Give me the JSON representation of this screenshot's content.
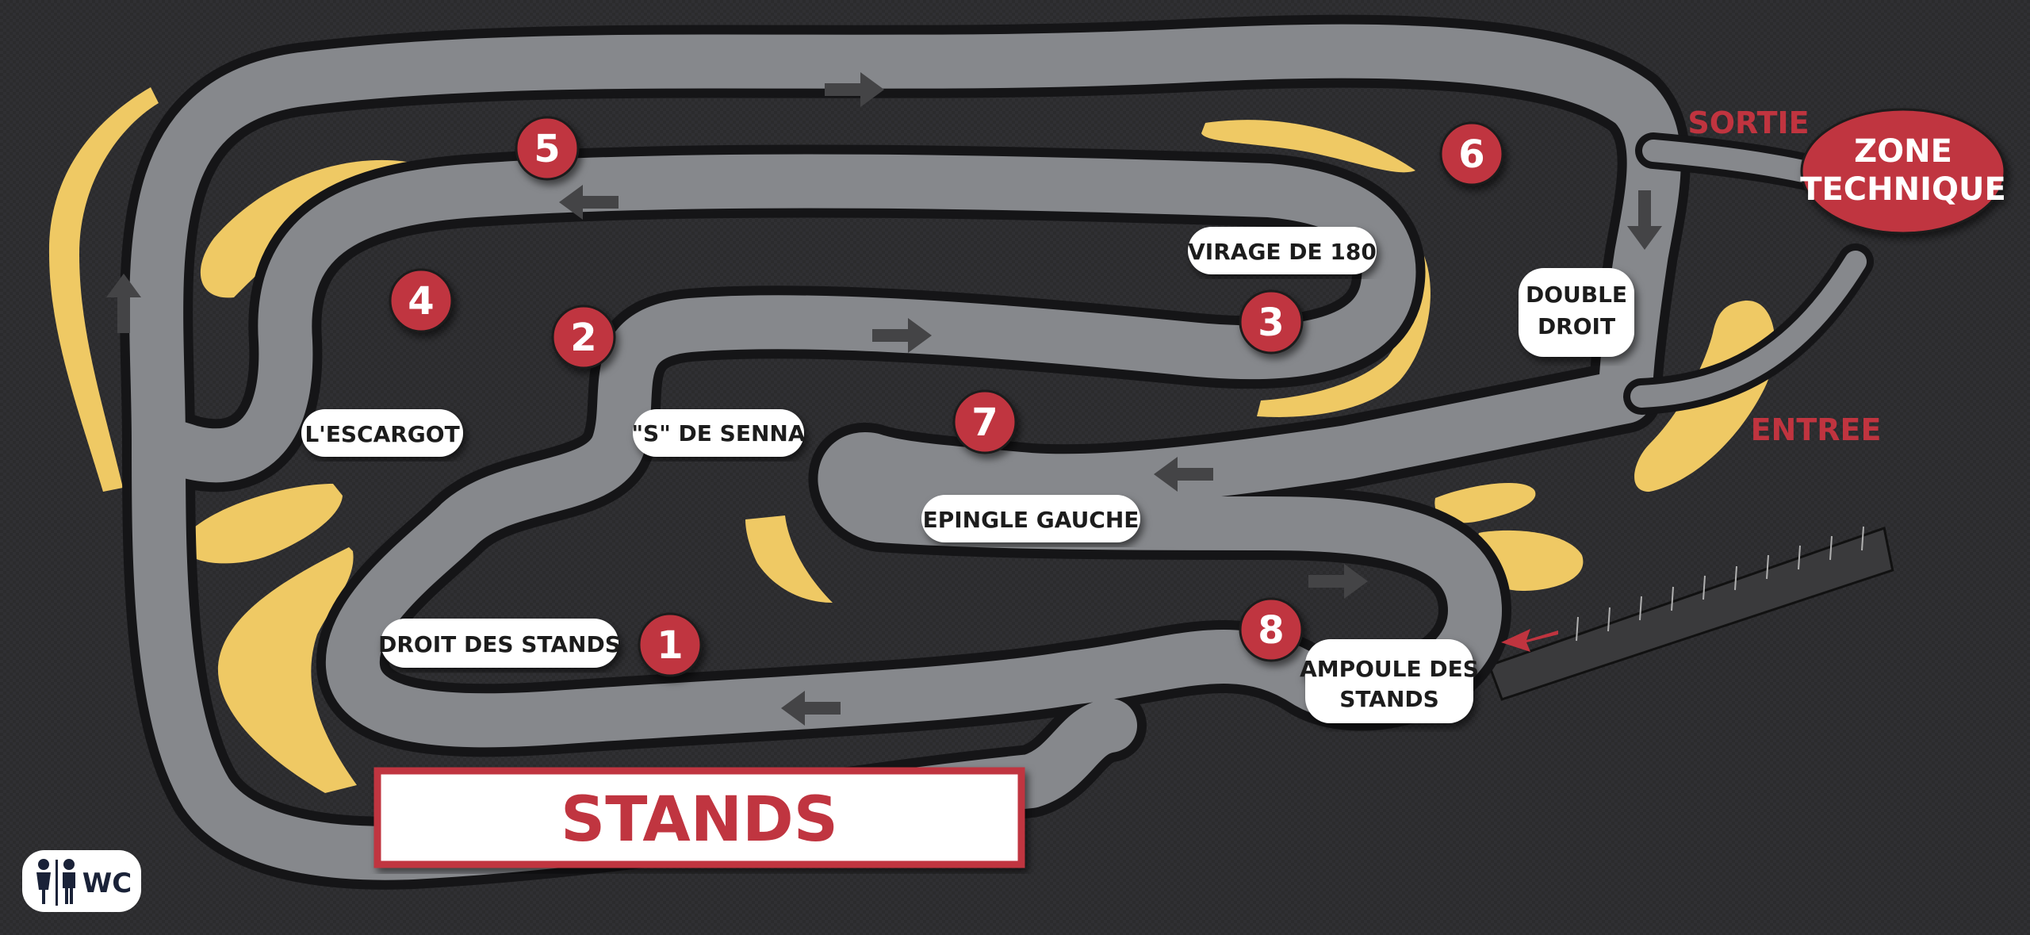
{
  "corners": [
    {
      "number": "1",
      "label": "DROIT DES STANDS"
    },
    {
      "number": "2",
      "label": "\"S\" DE SENNA"
    },
    {
      "number": "3",
      "label": "VIRAGE DE 180"
    },
    {
      "number": "4",
      "label": "L'ESCARGOT"
    },
    {
      "number": "5",
      "label": ""
    },
    {
      "number": "6",
      "label": ""
    },
    {
      "number": "7",
      "label": "EPINGLE GAUCHE"
    },
    {
      "number": "8",
      "label": "AMPOULE DES STANDS"
    }
  ],
  "labels": {
    "double_droit_line1": "DOUBLE",
    "double_droit_line2": "DROIT",
    "ampoule_line1": "AMPOULE DES",
    "ampoule_line2": "STANDS",
    "stands": "STANDS",
    "zone_technique_line1": "ZONE",
    "zone_technique_line2": "TECHNIQUE",
    "sortie": "SORTIE",
    "entree": "ENTREE",
    "wc": "WC"
  },
  "colors": {
    "background": "#2b2b2d",
    "track": "#86888c",
    "track_edge": "#151517",
    "marker": "#c0343f",
    "runoff": "#efc964",
    "label_bg": "#ffffff",
    "label_text": "#1a1a1a",
    "arrow": "#444446"
  },
  "icons": [
    "direction-arrow-icon",
    "restroom-icon",
    "pit-entry-arrow-icon"
  ]
}
